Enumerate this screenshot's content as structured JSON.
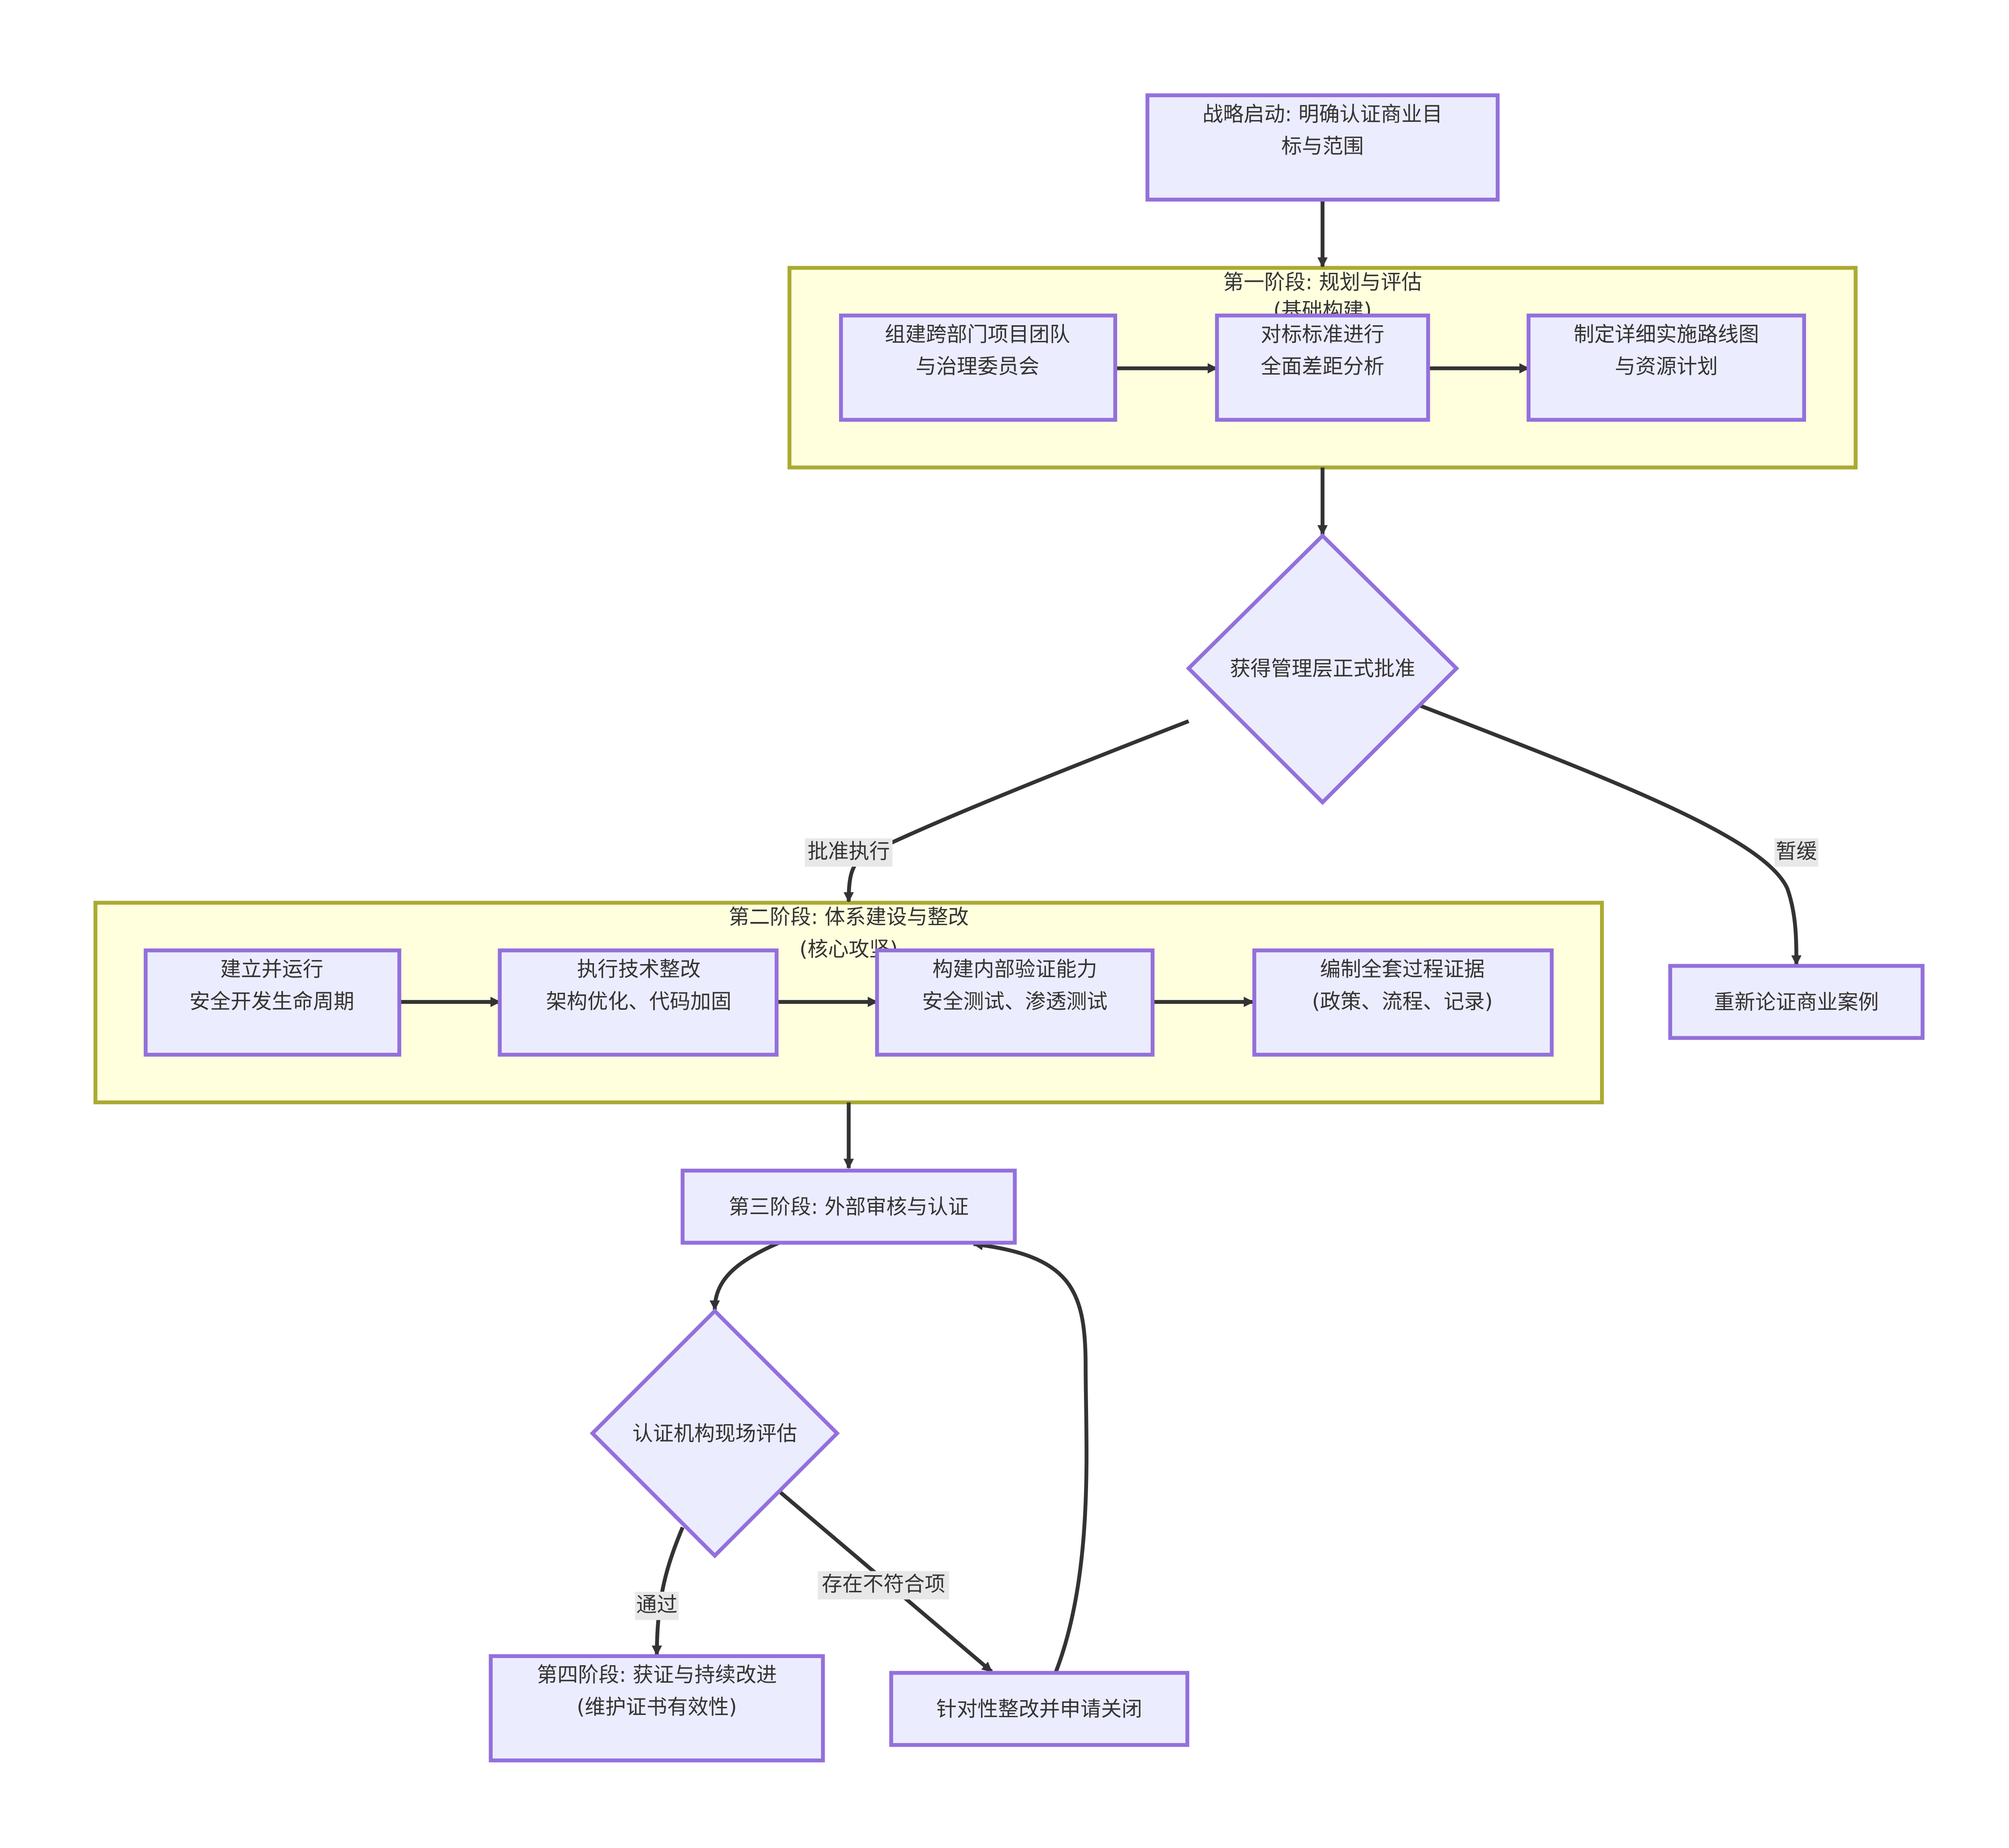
{
  "diagram": {
    "start": {
      "lines": [
        "战略启动: 明确认证商业目",
        "标与范围"
      ]
    },
    "phase1": {
      "title_lines": [
        "第一阶段: 规划与评估",
        "(基础构建)"
      ],
      "team": {
        "lines": [
          "组建跨部门项目团队",
          "与治理委员会"
        ]
      },
      "gap": {
        "lines": [
          "对标标准进行",
          "全面差距分析"
        ]
      },
      "roadmap": {
        "lines": [
          "制定详细实施路线图",
          "与资源计划"
        ]
      }
    },
    "approval": {
      "lines": [
        "获得管理层正式批准"
      ]
    },
    "edge_approve": {
      "lines": [
        "批准执行"
      ]
    },
    "edge_postpone": {
      "lines": [
        "暂缓"
      ]
    },
    "reargue": {
      "lines": [
        "重新论证商业案例"
      ]
    },
    "phase2": {
      "title_lines": [
        "第二阶段: 体系建设与整改",
        "(核心攻坚)"
      ],
      "sdlc": {
        "lines": [
          "建立并运行",
          "安全开发生命周期"
        ]
      },
      "tech": {
        "lines": [
          "执行技术整改",
          "架构优化、代码加固"
        ]
      },
      "verify": {
        "lines": [
          "构建内部验证能力",
          "安全测试、渗透测试"
        ]
      },
      "evidence": {
        "lines": [
          "编制全套过程证据",
          "(政策、流程、记录)"
        ]
      }
    },
    "phase3": {
      "lines": [
        "第三阶段: 外部审核与认证"
      ]
    },
    "assessment": {
      "lines": [
        "认证机构现场评估"
      ]
    },
    "edge_pass": {
      "lines": [
        "通过"
      ]
    },
    "edge_nonconform": {
      "lines": [
        "存在不符合项"
      ]
    },
    "phase4": {
      "lines": [
        "第四阶段: 获证与持续改进",
        "(维护证书有效性)"
      ]
    },
    "remediate": {
      "lines": [
        "针对性整改并申请关闭"
      ]
    }
  },
  "colors": {
    "node_fill": "#ECECFF",
    "node_stroke": "#9370DB",
    "group_fill": "#FFFFDE",
    "group_stroke": "#AAAA33",
    "edge": "#333333",
    "edge_label_bg": "#E8E8E8"
  }
}
